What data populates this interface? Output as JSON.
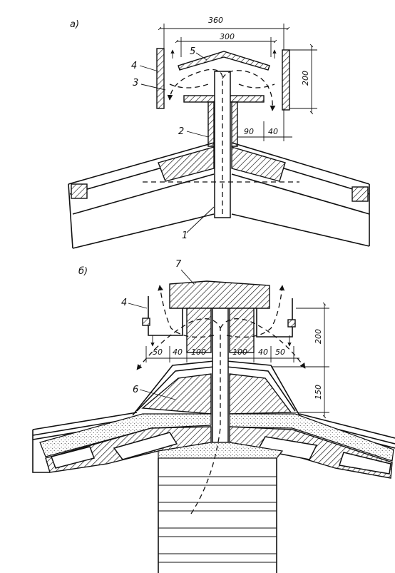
{
  "figure_a": {
    "label": "а)",
    "dims": {
      "top_width": "360",
      "inner_width": "300",
      "height": "200",
      "gap_90": "90",
      "gap_40": "40"
    },
    "callouts": [
      "5",
      "4",
      "3",
      "2",
      "1"
    ]
  },
  "figure_b": {
    "label": "б)",
    "dims": {
      "left_50": "50",
      "left_40": "40",
      "left_100": "100",
      "right_100": "100",
      "right_40": "40",
      "right_50": "50",
      "height_200": "200",
      "height_150": "150"
    },
    "callouts": [
      "7",
      "4",
      "6"
    ]
  },
  "colors": {
    "ink": "#111111",
    "paper": "#ffffff"
  }
}
